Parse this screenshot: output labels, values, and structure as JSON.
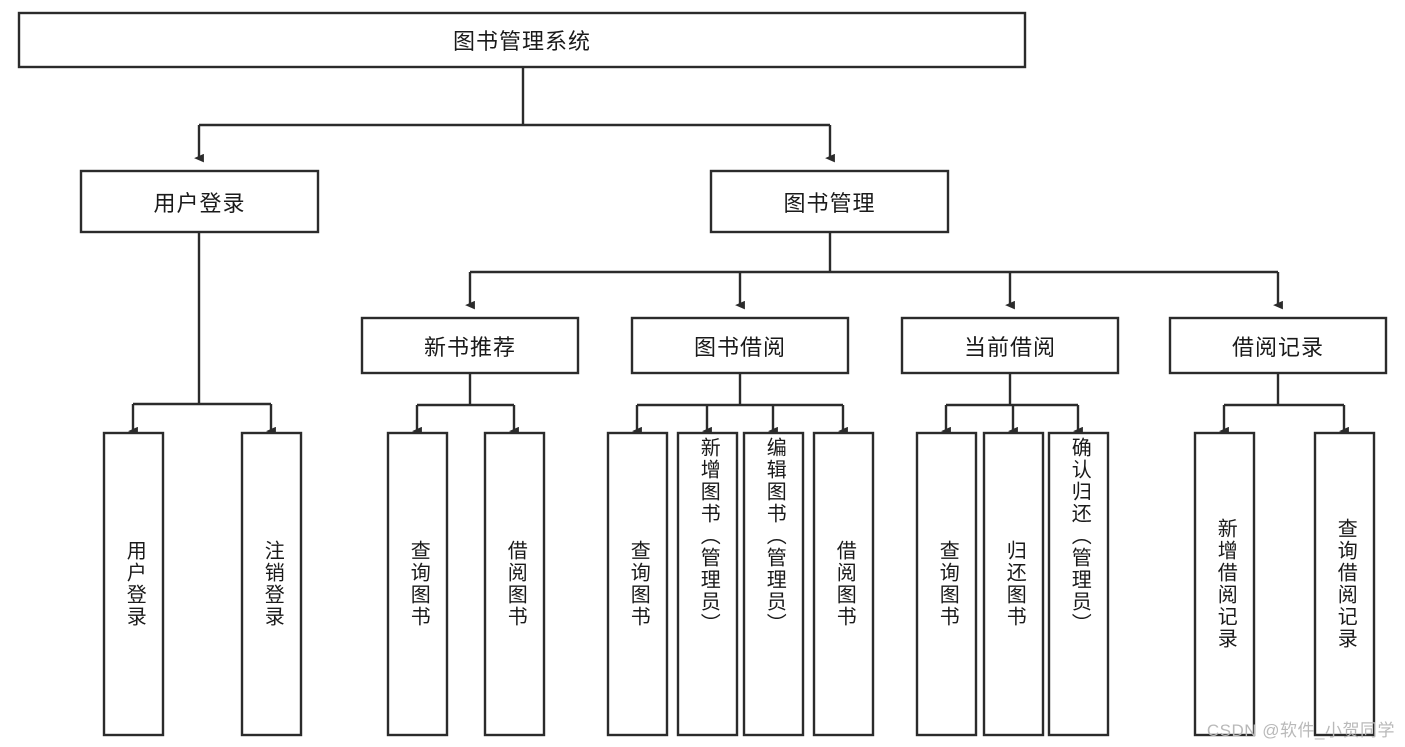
{
  "diagram": {
    "type": "tree",
    "title": "图书管理系统",
    "colors": {
      "stroke": "#2b2b2b",
      "box_fill": "#ffffff",
      "text": "#1a1a1a",
      "background": "#ffffff",
      "watermark": "#b9b9b9"
    },
    "root": {
      "label": "图书管理系统",
      "orientation": "horizontal"
    },
    "level1": [
      {
        "id": "user-login",
        "label": "用户登录",
        "orientation": "horizontal"
      },
      {
        "id": "book-manage",
        "label": "图书管理",
        "orientation": "horizontal"
      }
    ],
    "level2": [
      {
        "id": "new-book-recommend",
        "label": "新书推荐",
        "orientation": "horizontal",
        "parent": "book-manage"
      },
      {
        "id": "book-borrow",
        "label": "图书借阅",
        "orientation": "horizontal",
        "parent": "book-manage"
      },
      {
        "id": "current-borrow",
        "label": "当前借阅",
        "orientation": "horizontal",
        "parent": "book-manage"
      },
      {
        "id": "borrow-record",
        "label": "借阅记录",
        "orientation": "horizontal",
        "parent": "book-manage"
      }
    ],
    "leaves": [
      {
        "id": "leaf-user-login",
        "label": "用户登录",
        "orientation": "vertical",
        "parent": "user-login"
      },
      {
        "id": "leaf-logout-login",
        "label": "注销登录",
        "orientation": "vertical",
        "parent": "user-login"
      },
      {
        "id": "leaf-query-book-1",
        "label": "查询图书",
        "orientation": "vertical",
        "parent": "new-book-recommend"
      },
      {
        "id": "leaf-borrow-book-1",
        "label": "借阅图书",
        "orientation": "vertical",
        "parent": "new-book-recommend"
      },
      {
        "id": "leaf-query-book-2",
        "label": "查询图书",
        "orientation": "vertical",
        "parent": "book-borrow"
      },
      {
        "id": "leaf-add-book",
        "label": "新增图书（管理员）",
        "orientation": "vertical",
        "parent": "book-borrow"
      },
      {
        "id": "leaf-edit-book",
        "label": "编辑图书（管理员）",
        "orientation": "vertical",
        "parent": "book-borrow"
      },
      {
        "id": "leaf-borrow-book-2",
        "label": "借阅图书",
        "orientation": "vertical",
        "parent": "book-borrow"
      },
      {
        "id": "leaf-query-book-3",
        "label": "查询图书",
        "orientation": "vertical",
        "parent": "current-borrow"
      },
      {
        "id": "leaf-return-book",
        "label": "归还图书",
        "orientation": "vertical",
        "parent": "current-borrow"
      },
      {
        "id": "leaf-confirm-return",
        "label": "确认归还（管理员）",
        "orientation": "vertical",
        "parent": "current-borrow"
      },
      {
        "id": "leaf-add-record",
        "label": "新增借阅记录",
        "orientation": "vertical",
        "parent": "borrow-record"
      },
      {
        "id": "leaf-query-record",
        "label": "查询借阅记录",
        "orientation": "vertical",
        "parent": "borrow-record"
      }
    ]
  },
  "watermark": {
    "text": "CSDN @软件_小贺同学"
  }
}
